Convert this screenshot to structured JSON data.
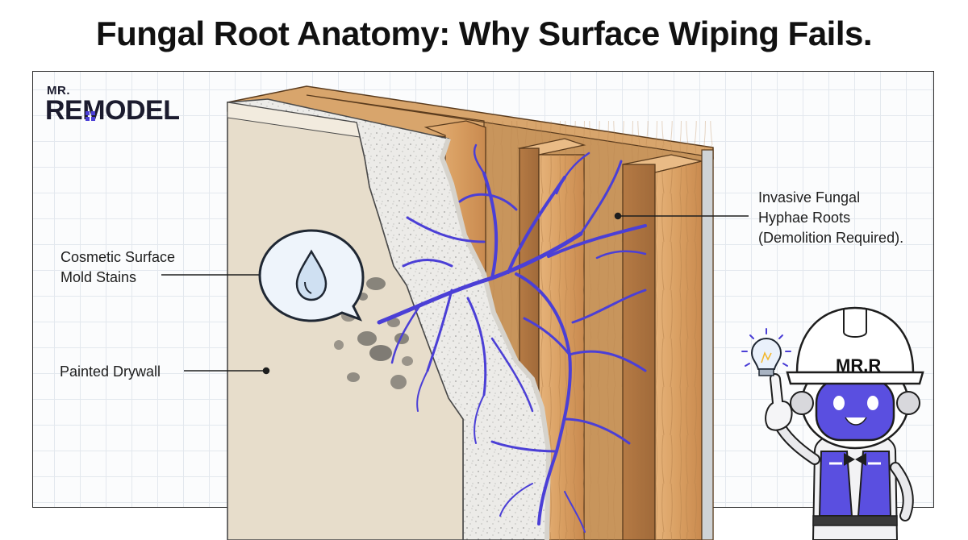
{
  "title": "Fungal Root Anatomy: Why Surface Wiping Fails.",
  "brand": {
    "prefix": "MR.",
    "name": "REMODEL"
  },
  "mascot": {
    "helmet_text": "MR.R"
  },
  "labels": {
    "surface_stains": "Cosmetic Surface\nMold Stains",
    "drywall": "Painted Drywall",
    "hyphae": "Invasive Fungal\nHyphae Roots\n(Demolition Required)."
  },
  "icons": {
    "water_drop": "water-drop-icon",
    "lightbulb": "lightbulb-icon"
  },
  "colors": {
    "hyphae": "#4b3fd6",
    "drywall": "#e6dccb",
    "plaster": "#ecebe8",
    "wood": "#d9a46b",
    "mold": "#3b3b3b"
  }
}
